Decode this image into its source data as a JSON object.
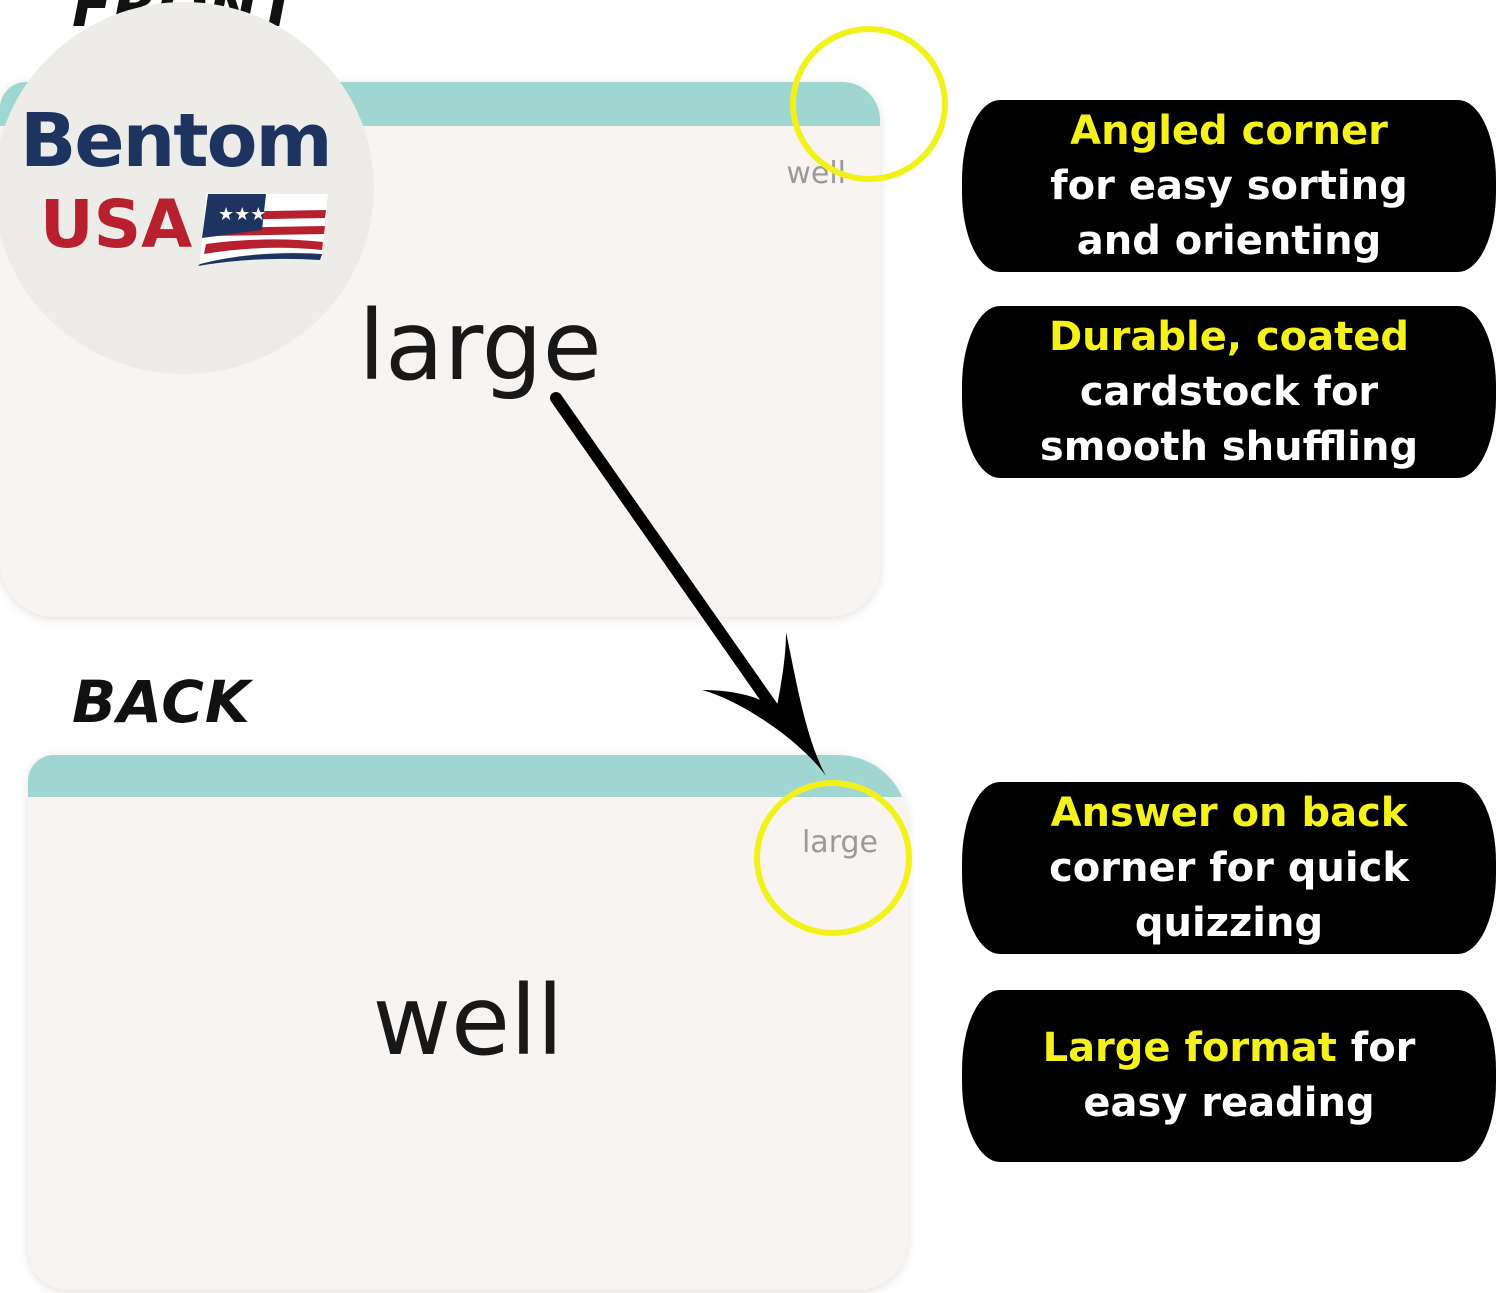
{
  "labels": {
    "front": "FRONT",
    "back": "BACK"
  },
  "logo": {
    "brand": "Bentom",
    "country": "USA",
    "flag_icon": "us-flag-icon"
  },
  "front_card": {
    "corner_word": "well",
    "main_word": "large"
  },
  "back_card": {
    "corner_word": "large",
    "main_word": "well"
  },
  "callouts": [
    {
      "highlight": "Angled corner",
      "rest_lines": [
        "for easy sorting",
        "and orienting"
      ]
    },
    {
      "highlight": "Durable, coated",
      "rest_lines": [
        "cardstock for",
        "smooth shuffling"
      ]
    },
    {
      "highlight": "Answer on back",
      "rest_lines": [
        "corner for quick",
        "quizzing"
      ]
    },
    {
      "highlight": "Large format",
      "inline_rest": " for",
      "rest_lines": [
        "easy reading"
      ]
    }
  ],
  "colors": {
    "stripe": "#9fd6d2",
    "card": "#f8f4f2",
    "highlight": "#f5f21a",
    "ring": "#f2f21a",
    "callout_bg": "#000000",
    "brand_blue": "#1d3461",
    "brand_red": "#b8202e"
  }
}
